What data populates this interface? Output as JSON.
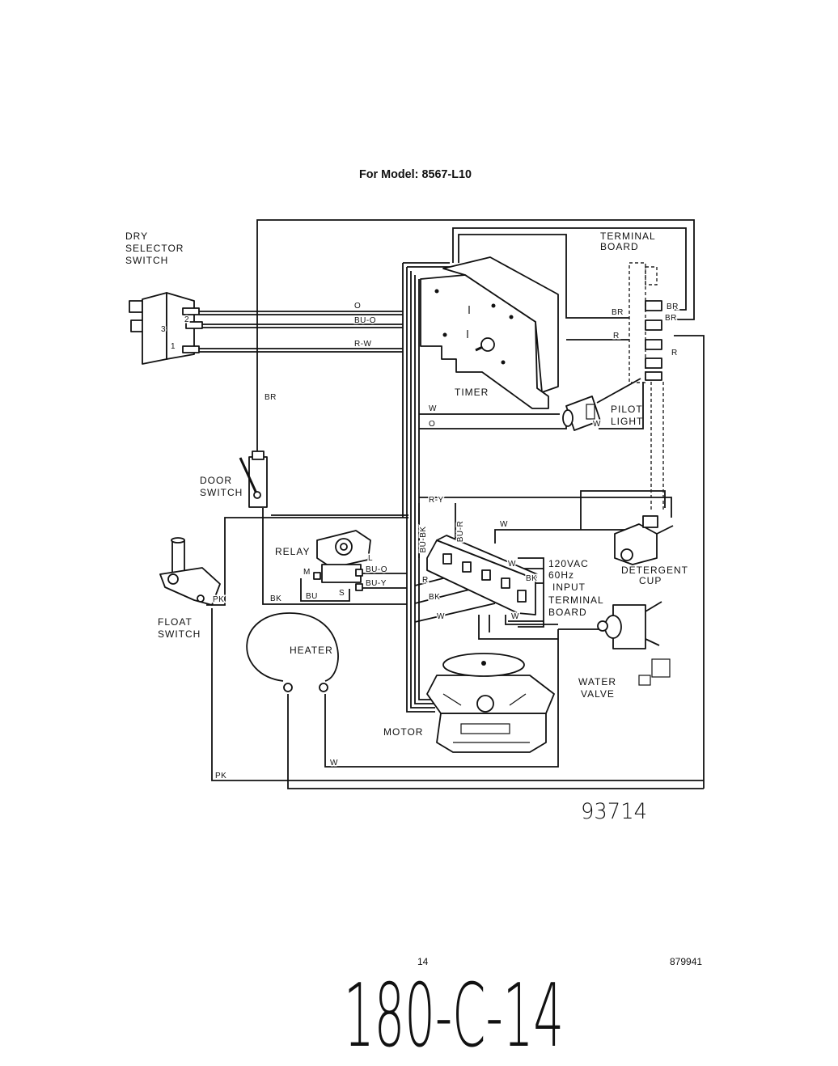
{
  "title": "For Model: 8567-L10",
  "dry_selector_switch": {
    "label": [
      "DRY",
      "SELECTOR",
      "SWITCH"
    ],
    "terminals": [
      "1",
      "2",
      "3"
    ]
  },
  "terminal_board": {
    "label": [
      "TERMINAL",
      "BOARD"
    ]
  },
  "timer": {
    "label": "TIMER"
  },
  "pilot_light": {
    "label": [
      "PILOT",
      "LIGHT"
    ]
  },
  "door_switch": {
    "label": [
      "DOOR",
      "SWITCH"
    ]
  },
  "relay": {
    "label": "RELAY",
    "terminals": [
      "L",
      "M",
      "S"
    ]
  },
  "float_switch": {
    "label": [
      "FLOAT",
      "SWITCH"
    ]
  },
  "heater": {
    "label": "HEATER"
  },
  "motor": {
    "label": "MOTOR"
  },
  "input_terminal_board": {
    "label": [
      "120VAC",
      "60Hz",
      "INPUT",
      "TERMINAL",
      "BOARD"
    ]
  },
  "detergent_cup": {
    "label": [
      "DETERGENT",
      "CUP"
    ]
  },
  "water_valve": {
    "label": [
      "WATER",
      "VALVE"
    ]
  },
  "wire_labels": [
    "O",
    "BU-O",
    "R-W",
    "BR",
    "W",
    "O",
    "W",
    "BR",
    "R",
    "BR",
    "BR",
    "R",
    "R-Y",
    "W",
    "BU-BK",
    "BU-R",
    "BU-O",
    "BU-Y",
    "BU",
    "BK",
    "PK",
    "W",
    "BK",
    "R",
    "BK",
    "W",
    "W",
    "PK",
    "W"
  ],
  "figure_number": "93714",
  "page_number": "14",
  "document_number": "879941",
  "handwritten_note": "180-C-14"
}
